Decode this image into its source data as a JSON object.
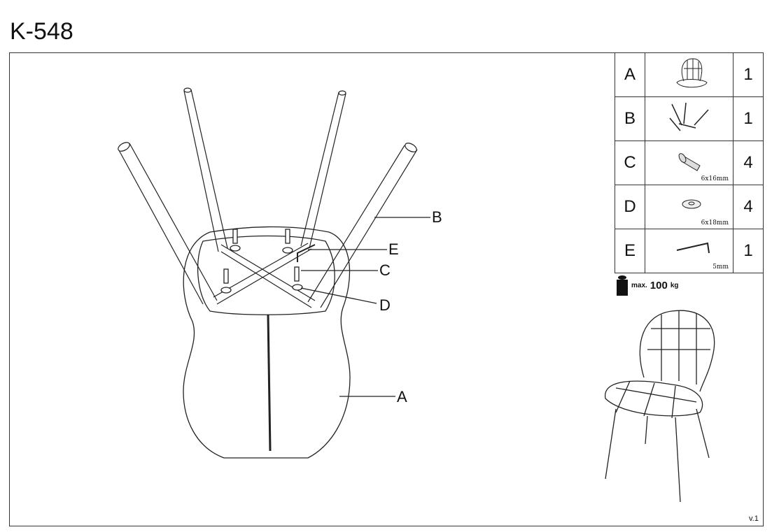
{
  "title": "K-548",
  "parts": [
    {
      "letter": "A",
      "icon": "seat-icon",
      "size": "",
      "qty": "1"
    },
    {
      "letter": "B",
      "icon": "leg-frame-icon",
      "size": "",
      "qty": "1"
    },
    {
      "letter": "C",
      "icon": "bolt-icon",
      "size": "6x16mm",
      "qty": "4"
    },
    {
      "letter": "D",
      "icon": "washer-icon",
      "size": "6x18mm",
      "qty": "4"
    },
    {
      "letter": "E",
      "icon": "allen-key-icon",
      "size": "5mm",
      "qty": "1"
    }
  ],
  "weight": {
    "prefix": "max.",
    "value": "100",
    "unit": "kg"
  },
  "callouts": {
    "A": "A",
    "B": "B",
    "C": "C",
    "D": "D",
    "E": "E"
  },
  "version": "v.1"
}
